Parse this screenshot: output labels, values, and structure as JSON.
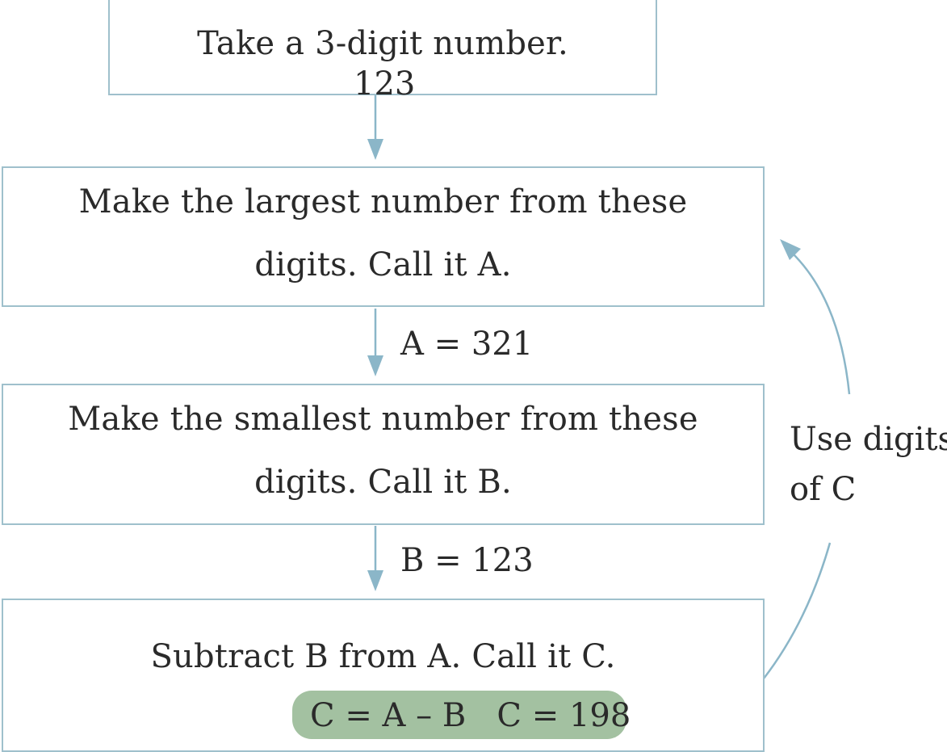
{
  "steps": [
    {
      "line1": "Take a 3-digit number.",
      "line2": "123"
    },
    {
      "line1": "Make the largest number from these",
      "line2": "digits. Call it A."
    },
    {
      "line1": "Make the smallest number from these",
      "line2": "digits. Call it B."
    },
    {
      "line1": "Subtract B from A. Call it C.",
      "line2": "C = A – B   C = 198"
    }
  ],
  "connectors": {
    "a_value": "A = 321",
    "b_value": "B = 123"
  },
  "loop": {
    "line1": "Use digits",
    "line2": "of C"
  },
  "colors": {
    "box_border": "#9fc0cc",
    "arrow": "#8bb6c8",
    "highlight": "#93b691",
    "text": "#2a2a2a"
  }
}
